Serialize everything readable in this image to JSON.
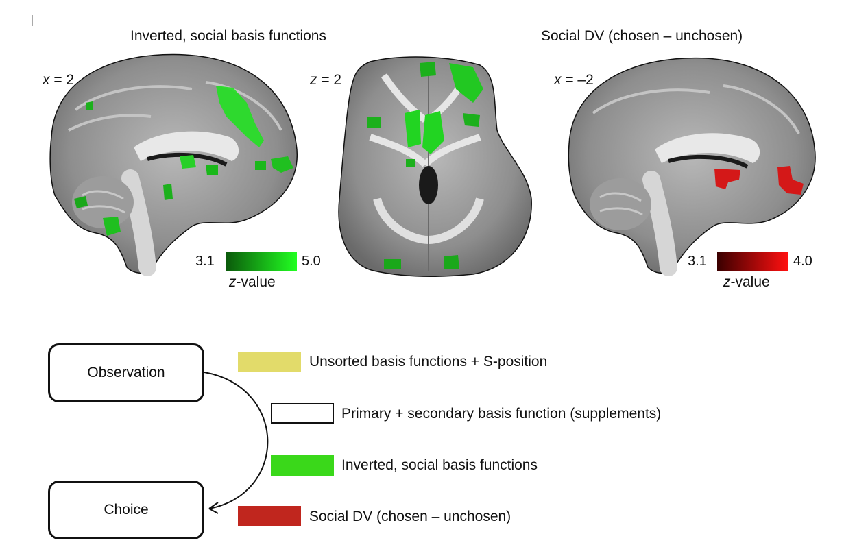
{
  "panels": {
    "left_title": "Inverted, social basis functions",
    "right_title": "Social DV (chosen – unchosen)",
    "slice1": {
      "var": "x",
      "value": " = 2"
    },
    "slice2": {
      "var": "z",
      "value": " = 2"
    },
    "slice3": {
      "var": "x",
      "value": " = –2"
    }
  },
  "colorbar_green": {
    "min": "3.1",
    "max": "5.0",
    "label_var": "z",
    "label_rest": "-value",
    "color_low": "#0b5a0b",
    "color_high": "#22ff22"
  },
  "colorbar_red": {
    "min": "3.1",
    "max": "4.0",
    "label_var": "z",
    "label_rest": "-value",
    "color_low": "#3a0000",
    "color_high": "#ff1010"
  },
  "diagram": {
    "node_observation": "Observation",
    "node_choice": "Choice"
  },
  "legend": [
    {
      "label": "Unsorted basis functions + S-position",
      "color": "#e2db6a"
    },
    {
      "label": "Primary + secondary basis function (supplements)",
      "color": "#ffffff"
    },
    {
      "label": "Inverted, social basis functions",
      "color": "#3ad81a"
    },
    {
      "label": "Social DV (chosen – unchosen)",
      "color": "#c0261e"
    }
  ]
}
